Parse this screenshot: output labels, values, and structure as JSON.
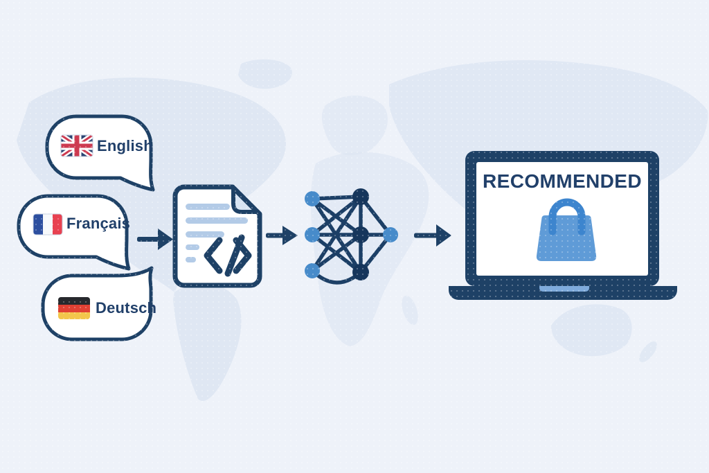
{
  "languages": [
    {
      "label": "English",
      "flag_icon": "uk-flag-icon"
    },
    {
      "label": "Français",
      "flag_icon": "france-flag-icon"
    },
    {
      "label": "Deutsch",
      "flag_icon": "germany-flag-icon"
    }
  ],
  "pipeline": {
    "steps": [
      "language-speech-bubbles",
      "code-document",
      "neural-network",
      "laptop-recommendation"
    ],
    "arrow_count": 3
  },
  "laptop": {
    "screen_title": "RECOMMENDED",
    "screen_icon": "shopping-bag-icon"
  },
  "colors": {
    "navy_outline": "#1e4166",
    "text_navy": "#21406a",
    "background": "#eef2f9",
    "map_land": "#dce5f2",
    "bubble_fill": "#ffffff",
    "node_light_blue": "#478bca",
    "node_dark_navy": "#16365c",
    "bag_body_blue": "#5f9bd7",
    "bag_handle_blue": "#3d85ce",
    "doc_text_line": "#b3cbe7",
    "doc_fold": "#d8e4f3",
    "laptop_notch_blue": "#7fabdc",
    "flag_uk_navy": "#2b4472",
    "flag_uk_red": "#cd3a50",
    "flag_fr_blue": "#2d4f9f",
    "flag_fr_red": "#e84150",
    "flag_de_black": "#27292d",
    "flag_de_red": "#e04033",
    "flag_de_gold": "#f3c64b"
  }
}
